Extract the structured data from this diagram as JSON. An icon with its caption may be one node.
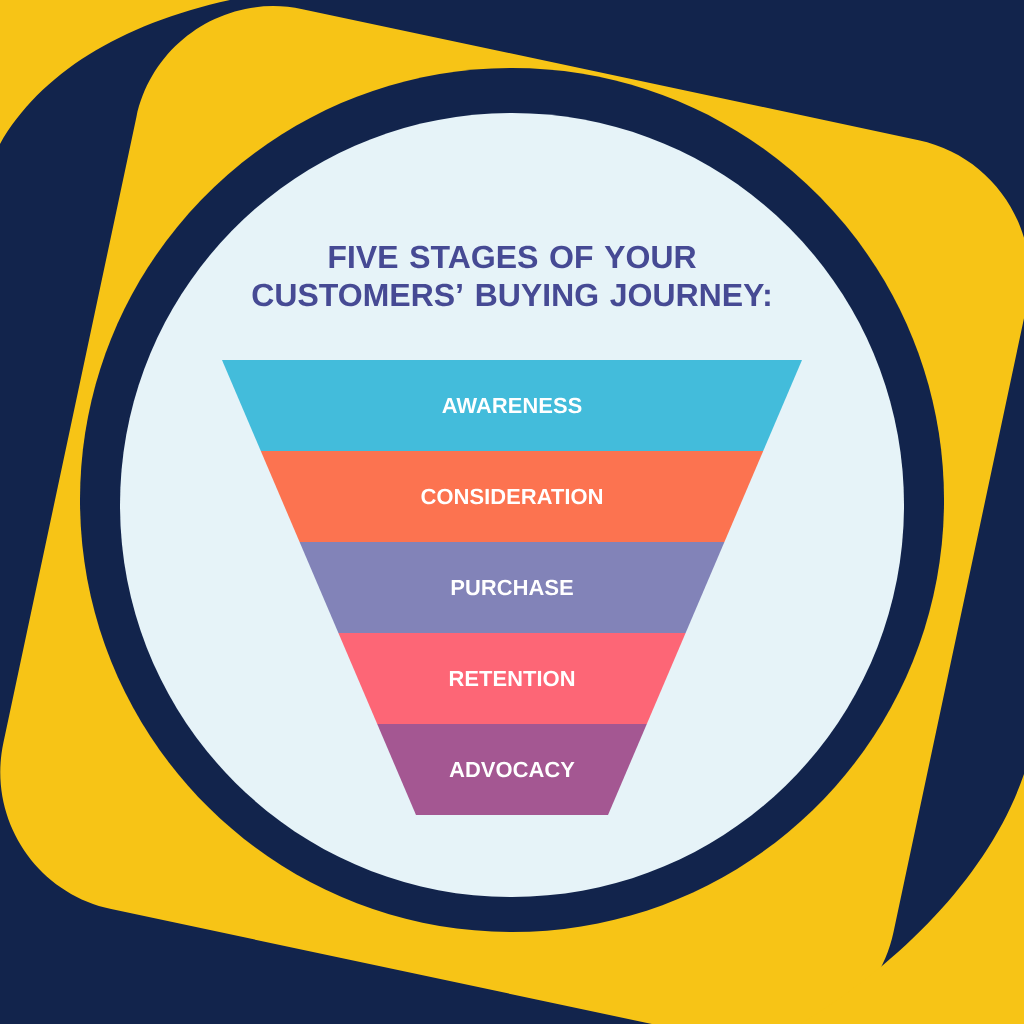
{
  "diagram": {
    "title": "FIVE STAGES OF YOUR CUSTOMERS’ BUYING JOURNEY:",
    "nodes": [
      {
        "text": [
          "AWARENESS"
        ]
      },
      {
        "text": [
          "CONSIDERATION"
        ]
      },
      {
        "text": [
          "PURCHASE"
        ]
      },
      {
        "text": [
          "RETENTION"
        ]
      },
      {
        "text": [
          "ADVOCACY"
        ]
      }
    ]
  }
}
